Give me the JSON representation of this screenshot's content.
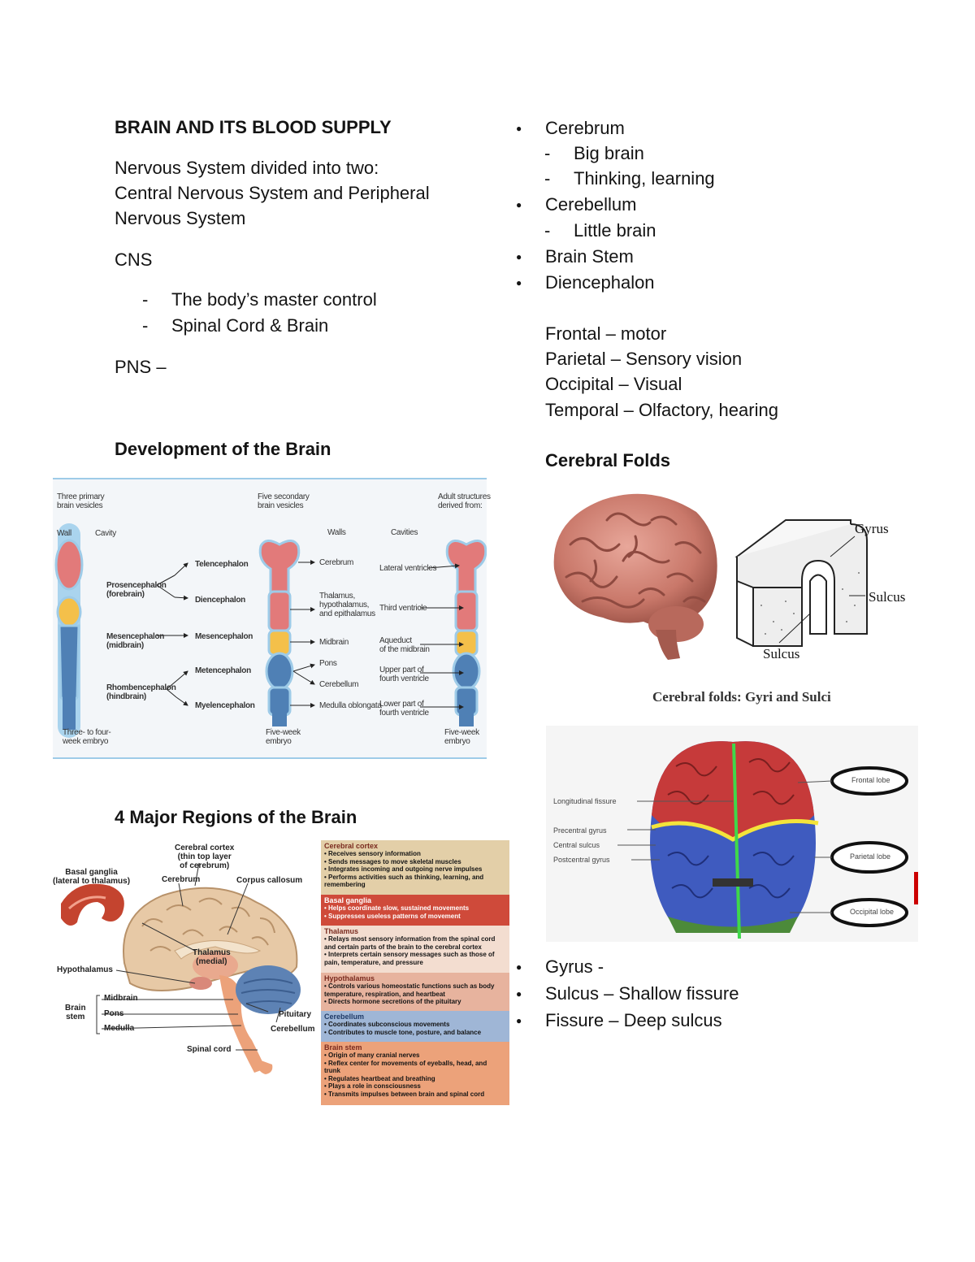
{
  "left": {
    "title": "BRAIN AND ITS BLOOD SUPPLY",
    "intro1": "Nervous System divided into two:",
    "intro2": "Central Nervous System and Peripheral",
    "intro3": "Nervous System",
    "cns": "CNS",
    "cns_items": [
      "The body’s master control",
      "Spinal Cord & Brain"
    ],
    "pns": "PNS –",
    "dev_heading": "Development of the Brain",
    "regions_heading": "4 Major Regions of the Brain"
  },
  "dev_figure": {
    "col1_head": "Three primary\nbrain vesicles",
    "col2_head": "Five secondary\nbrain vesicles",
    "col3_head": "Adult structures\nderived from:",
    "wall": "Wall",
    "cavity": "Cavity",
    "walls": "Walls",
    "cavities": "Cavities",
    "primary": [
      "Prosencephalon\n(forebrain)",
      "Mesencephalon\n(midbrain)",
      "Rhombencephalon\n(hindbrain)"
    ],
    "secondary": [
      "Telencephalon",
      "Diencephalon",
      "Mesencephalon",
      "Metencephalon",
      "Myelencephalon"
    ],
    "walls_list": [
      "Cerebrum",
      "Thalamus,\nhypothalamus,\nand epithalamus",
      "Midbrain",
      "Pons",
      "Cerebellum",
      "Medulla oblongata"
    ],
    "cavities_list": [
      "Lateral ventricles",
      "Third ventricle",
      "Aqueduct\nof the midbrain",
      "Upper part of\nfourth ventricle",
      "Lower part of\nfourth ventricle"
    ],
    "foot1": "Three- to four-\nweek embryo",
    "foot2": "Five-week\nembryo",
    "foot3": "Five-week\nembryo"
  },
  "regions_figure": {
    "labels": {
      "cortex": "Cerebral cortex\n(thin top layer\nof cerebrum)",
      "basal": "Basal ganglia\n(lateral to thalamus)",
      "cerebrum": "Cerebrum",
      "callosum": "Corpus callosum",
      "thalamus": "Thalamus\n(medial)",
      "hypothalamus": "Hypothalamus",
      "midbrain": "Midbrain",
      "pons": "Pons",
      "medulla": "Medulla",
      "brainstem": "Brain\nstem",
      "pituitary": "Pituitary",
      "cerebellum": "Cerebellum",
      "spinal": "Spinal cord"
    },
    "boxes": [
      {
        "title": "Cerebral cortex",
        "color": "#e3cfa8",
        "lines": [
          "• Receives sensory information",
          "• Sends messages to move skeletal muscles",
          "• Integrates incoming and outgoing nerve impulses",
          "• Performs activities such as thinking, learning, and",
          "   remembering"
        ]
      },
      {
        "title": "Basal ganglia",
        "color": "#cf4a3a",
        "lines": [
          "• Helps coordinate slow, sustained movements",
          "• Suppresses useless patterns of movement"
        ]
      },
      {
        "title": "Thalamus",
        "color": "#f3ddd0",
        "lines": [
          "• Relays most sensory information from the spinal cord",
          "   and certain parts of the brain to the cerebral cortex",
          "• Interprets certain sensory messages such as those of",
          "   pain, temperature, and pressure"
        ]
      },
      {
        "title": "Hypothalamus",
        "color": "#e7b39e",
        "lines": [
          "• Controls various homeostatic functions such as body",
          "   temperature, respiration, and heartbeat",
          "• Directs hormone secretions of the pituitary"
        ]
      },
      {
        "title": "Cerebellum",
        "color": "#9fb6d6",
        "lines": [
          "• Coordinates subconscious movements",
          "• Contributes to muscle tone, posture, and balance"
        ]
      },
      {
        "title": "Brain stem",
        "color": "#eca27a",
        "lines": [
          "• Origin of many cranial nerves",
          "• Reflex center for movements of eyeballs, head, and",
          "   trunk",
          "• Regulates heartbeat and breathing",
          "• Plays a role in consciousness",
          "• Transmits impulses between brain and spinal cord"
        ]
      }
    ]
  },
  "right": {
    "items": [
      {
        "label": "Cerebrum",
        "subs": [
          "Big brain",
          "Thinking, learning"
        ]
      },
      {
        "label": "Cerebellum",
        "subs": [
          "Little brain"
        ]
      },
      {
        "label": "Brain Stem",
        "subs": []
      },
      {
        "label": "Diencephalon",
        "subs": []
      }
    ],
    "lobes": [
      "Frontal – motor",
      "Parietal – Sensory vision",
      "Occipital – Visual",
      "Temporal – Olfactory, hearing"
    ],
    "folds_heading": "Cerebral Folds",
    "folds_caption": "Cerebral folds: Gyri and Sulci",
    "gyrus_label": "Gyrus",
    "sulcus_label": "Sulcus",
    "sulcus_label2": "Sulcus",
    "top_labels": {
      "longitudinal": "Longitudinal fissure",
      "precentral": "Precentral gyrus",
      "central": "Central sulcus",
      "postcentral": "Postcentral gyrus",
      "frontal": "Frontal lobe",
      "parietal": "Parietal lobe",
      "occipital": "Occipital lobe"
    },
    "bullets": [
      "Gyrus -",
      "Sulcus – Shallow fissure",
      "Fissure – Deep sulcus"
    ]
  }
}
